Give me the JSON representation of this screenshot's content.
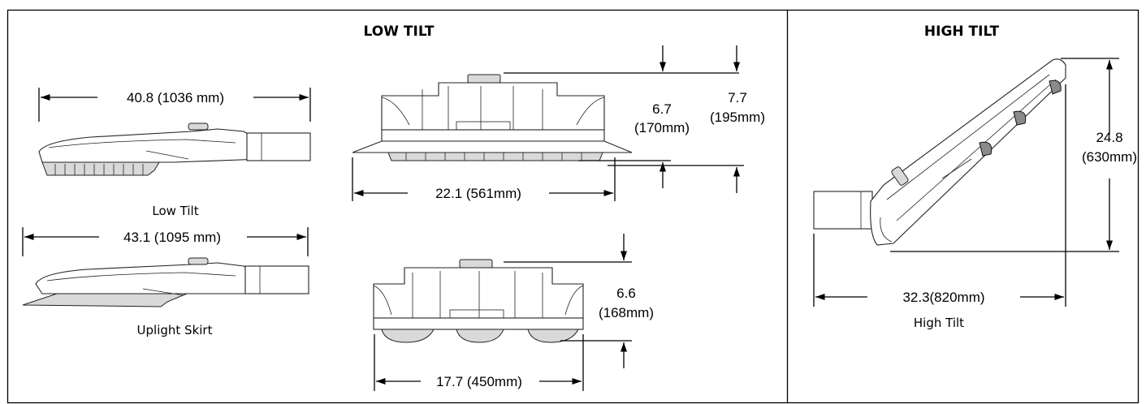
{
  "panels": {
    "low_tilt": {
      "title": "LOW TILT"
    },
    "high_tilt": {
      "title": "HIGH TILT"
    }
  },
  "captions": {
    "low_tilt": "Low Tilt",
    "uplight_skirt": "Uplight Skirt",
    "high_tilt": "High Tilt"
  },
  "dimensions": {
    "low_tilt_length": "40.8 (1036 mm)",
    "skirt_length": "43.1 (1095 mm)",
    "front_width": "22.1 (561mm)",
    "front_height_body_value": "6.7",
    "front_height_body_unit": "(170mm)",
    "front_height_total_value": "7.7",
    "front_height_total_unit": "(195mm)",
    "rear_width": "17.7 (450mm)",
    "rear_height_value": "6.6",
    "rear_height_unit": "(168mm)",
    "high_tilt_length": "32.3(820mm)",
    "high_tilt_height_value": "24.8",
    "high_tilt_height_unit": "(630mm)"
  }
}
